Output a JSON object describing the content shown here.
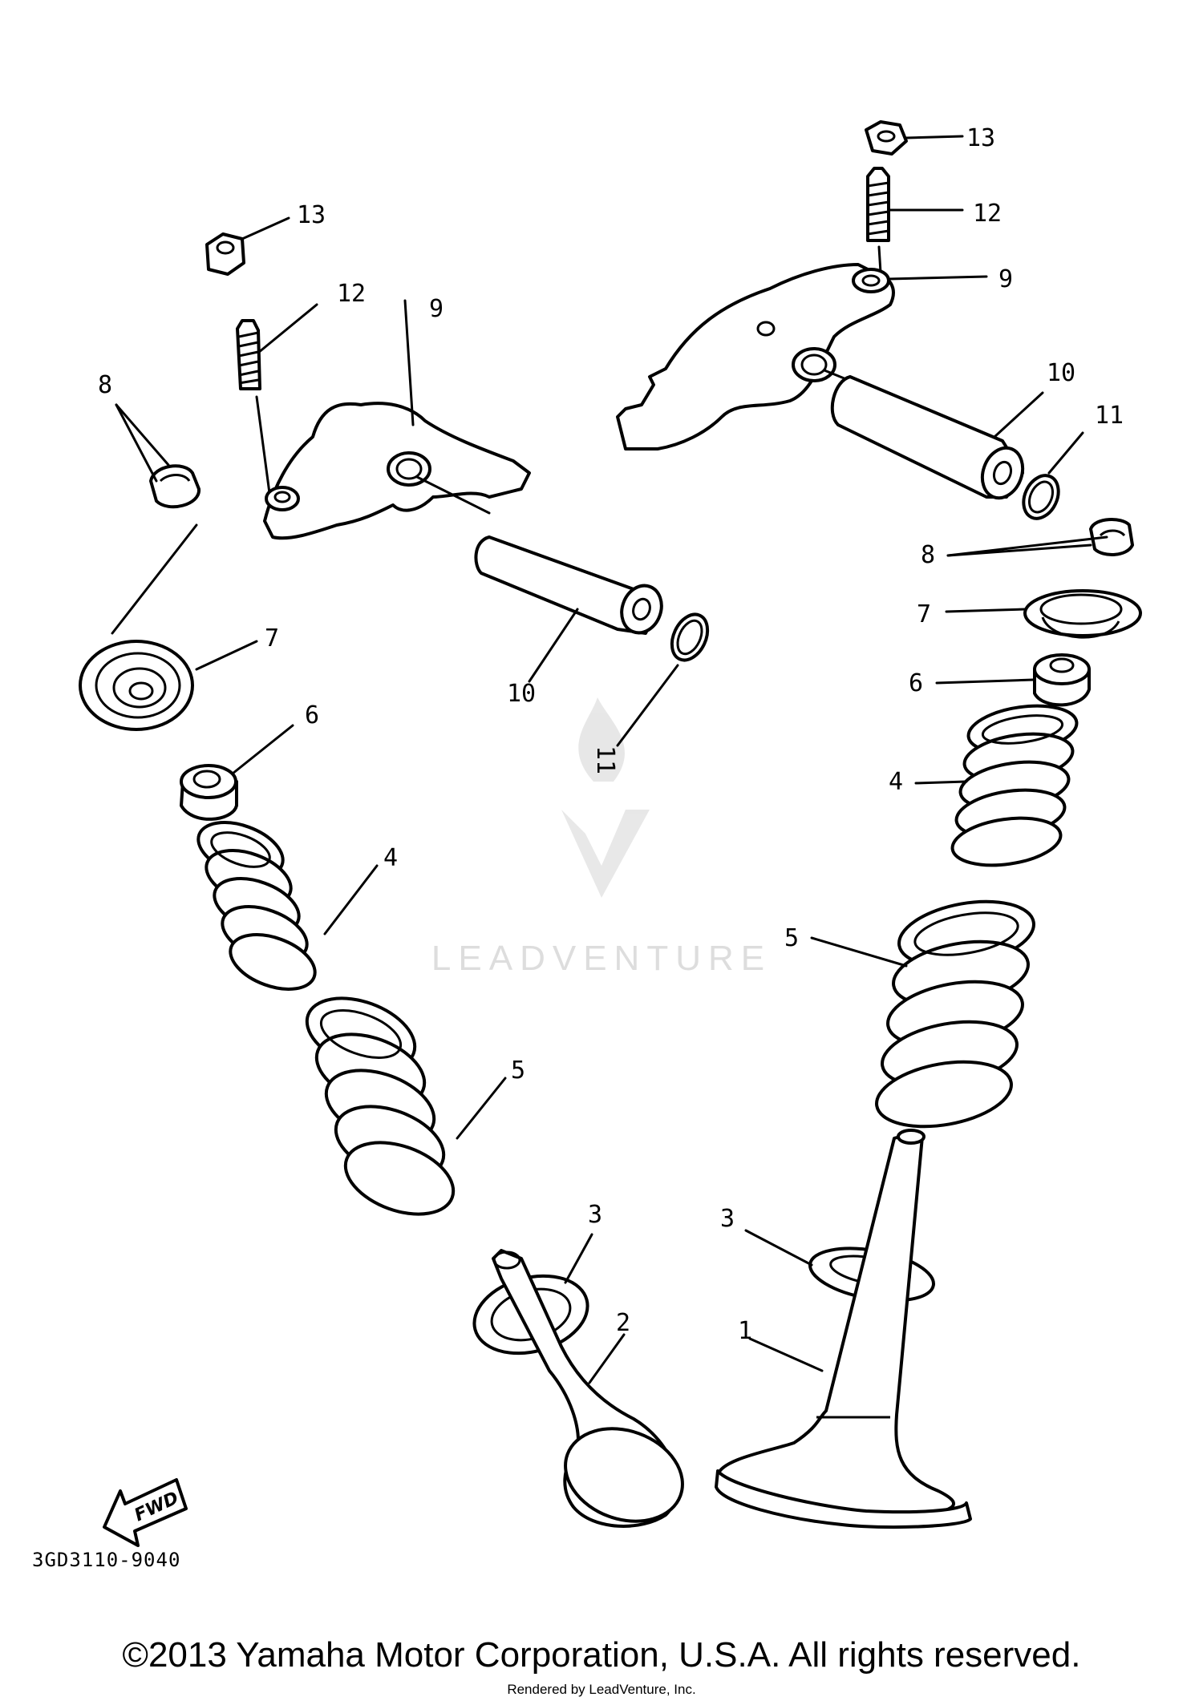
{
  "callouts": {
    "c1": "1",
    "c2": "2",
    "c3a": "3",
    "c3b": "3",
    "c4a": "4",
    "c4b": "4",
    "c5a": "5",
    "c5b": "5",
    "c6a": "6",
    "c6b": "6",
    "c7a": "7",
    "c7b": "7",
    "c8a": "8",
    "c8b": "8",
    "c9a": "9",
    "c9b": "9",
    "c10a": "10",
    "c10b": "10",
    "c11a": "11",
    "c11b": "11",
    "c12a": "12",
    "c12b": "12",
    "c13a": "13",
    "c13b": "13"
  },
  "fwd_label": "FWD",
  "diagram_code": "3GD3110-9040",
  "watermark": "LEADVENTURE",
  "copyright": "©2013 Yamaha Motor Corporation, U.S.A. All rights reserved.",
  "rendered_by": "Rendered by LeadVenture, Inc."
}
